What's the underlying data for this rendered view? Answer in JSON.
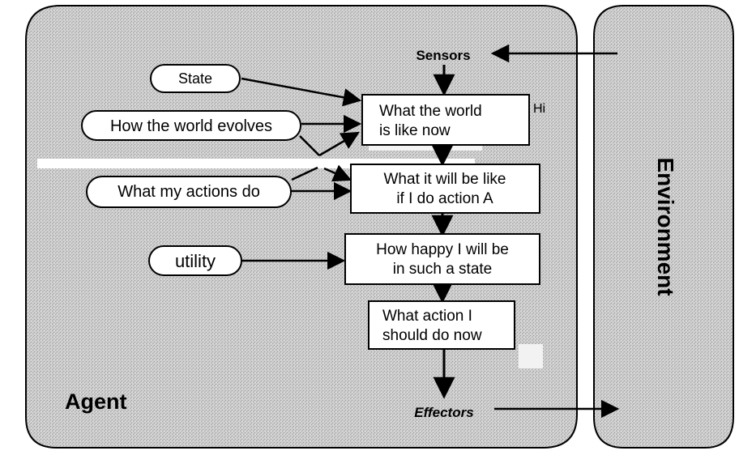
{
  "agent": {
    "label": "Agent"
  },
  "environment": {
    "label": "Environment"
  },
  "sensors": {
    "label": "Sensors"
  },
  "effectors": {
    "label": "Effectors"
  },
  "ovals": {
    "state": "State",
    "world_evolves": "How the world evolves",
    "my_actions": "What my actions do",
    "utility": "utility"
  },
  "boxes": {
    "world_now": [
      "What the world",
      "is like now"
    ],
    "will_be_like": [
      "What it will be like",
      "if I do action A"
    ],
    "how_happy": [
      "How happy I will be",
      "in such a state"
    ],
    "what_action": [
      "What action I",
      "should do now"
    ]
  },
  "stray_text": {
    "hi": "Hi"
  }
}
